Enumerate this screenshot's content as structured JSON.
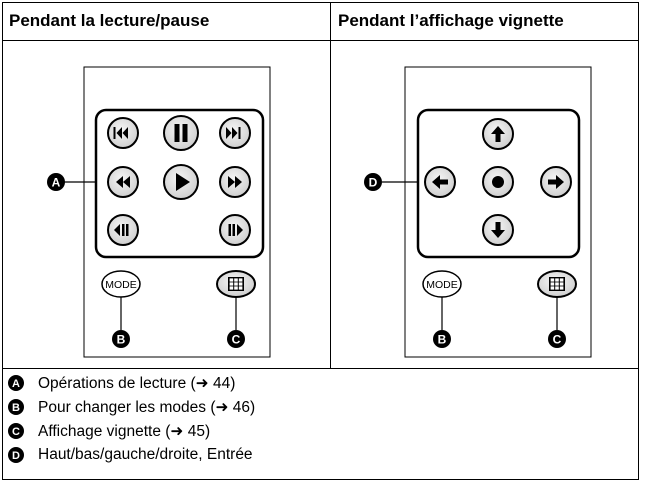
{
  "headers": {
    "left": "Pendant la lecture/pause",
    "right": "Pendant l’affichage vignette"
  },
  "callout_letters": {
    "A": "A",
    "B": "B",
    "C": "C",
    "D": "D"
  },
  "left_panel": {
    "buttons": [
      "skip-previous",
      "pause",
      "skip-next",
      "rewind",
      "play",
      "fast-forward",
      "slow-reverse",
      "slow-forward"
    ],
    "mode_label": "MODE"
  },
  "right_panel": {
    "buttons": [
      "arrow-up",
      "arrow-left",
      "enter",
      "arrow-right",
      "arrow-down"
    ],
    "mode_label": "MODE"
  },
  "legend": [
    {
      "letter": "A",
      "text": "Opérations de lecture (➜ 44)"
    },
    {
      "letter": "B",
      "text": "Pour changer les modes (➜ 46)"
    },
    {
      "letter": "C",
      "text": "Affichage vignette (➜ 45)"
    },
    {
      "letter": "D",
      "text": "Haut/bas/gauche/droite, Entrée"
    }
  ]
}
